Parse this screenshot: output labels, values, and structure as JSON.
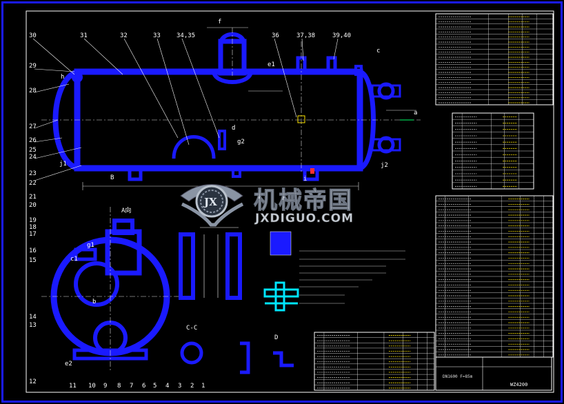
{
  "watermark": {
    "chinese": "机械帝国",
    "latin": "JXDIGUO.COM",
    "logo": "JX"
  },
  "colors": {
    "background": "#000000",
    "vessel": "#1a1aff",
    "lines": "#ffffff",
    "dimension": "#00ff66",
    "highlight": "#ffe600",
    "accent": "#ff3030"
  },
  "part_numbers_top": [
    "30",
    "31",
    "32",
    "33",
    "34,35",
    "36",
    "37,38",
    "39,40"
  ],
  "part_numbers_left": [
    "29",
    "28",
    "27",
    "26",
    "25",
    "24",
    "23",
    "22"
  ],
  "part_numbers_lower_left": [
    "21",
    "20",
    "19",
    "18",
    "17",
    "16",
    "15",
    "14",
    "13",
    "12"
  ],
  "part_numbers_bottom": [
    "11",
    "10",
    "9",
    "8",
    "7",
    "6",
    "5",
    "4",
    "3",
    "2",
    "1"
  ],
  "nozzle_labels": {
    "f": "f",
    "e1": "e1",
    "d": "d",
    "h": "h",
    "j1": "j1",
    "j2": "j2",
    "i": "i",
    "g2": "g2",
    "c": "c",
    "a": "a",
    "b": "b",
    "e2": "e2",
    "g1": "g1",
    "c1": "c1"
  },
  "section_labels": {
    "a_view": "A向",
    "cc": "C-C",
    "b_view": "B",
    "d_view": "D"
  },
  "title_block": {
    "drawing_no": "WZ4200",
    "name": "DN1600 F=85m"
  }
}
